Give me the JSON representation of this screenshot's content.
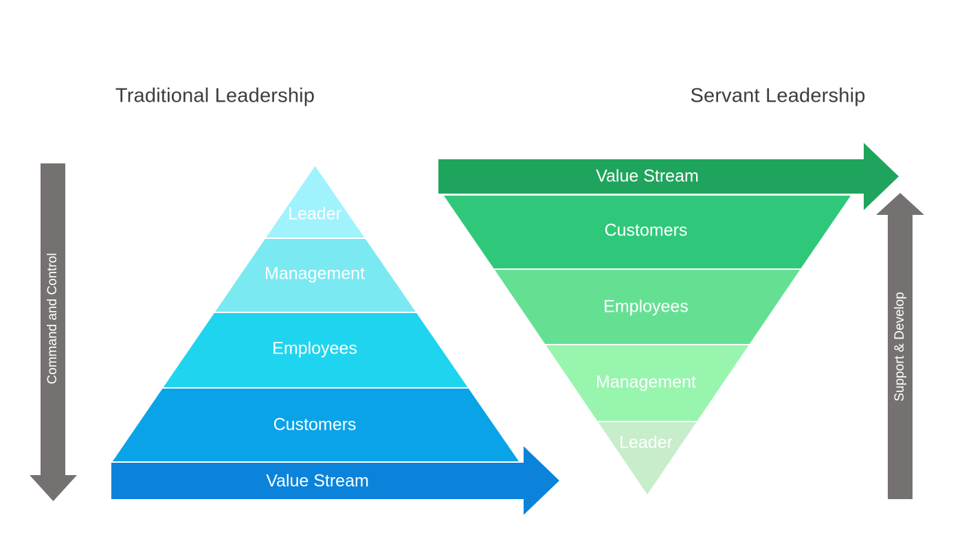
{
  "header": {
    "left_title": "Traditional Leadership",
    "right_title": "Servant Leadership"
  },
  "left_pyramid": {
    "orientation": "upright",
    "layers": [
      {
        "label": "Leader",
        "color": "#A0F3FD"
      },
      {
        "label": "Management",
        "color": "#7BE9F2"
      },
      {
        "label": "Employees",
        "color": "#1FD4EE"
      },
      {
        "label": "Customers",
        "color": "#0AA3E8"
      }
    ],
    "value_stream": {
      "label": "Value Stream",
      "color": "#0B83DB",
      "direction": "right"
    },
    "side_arrow": {
      "label": "Command and Control",
      "color": "#767171",
      "direction": "down"
    }
  },
  "right_pyramid": {
    "orientation": "inverted",
    "value_stream": {
      "label": "Value Stream",
      "color": "#1FA45D",
      "direction": "right"
    },
    "layers": [
      {
        "label": "Customers",
        "color": "#2FC87A"
      },
      {
        "label": "Employees",
        "color": "#65E093"
      },
      {
        "label": "Management",
        "color": "#98F5AE"
      },
      {
        "label": "Leader",
        "color": "#C7EDCB"
      }
    ],
    "side_arrow": {
      "label": "Support & Develop",
      "color": "#767171",
      "direction": "up"
    }
  },
  "style": {
    "title_color": "#3C3C3C",
    "label_color": "#FFFFFF",
    "separator_color": "#FFFFFF"
  }
}
